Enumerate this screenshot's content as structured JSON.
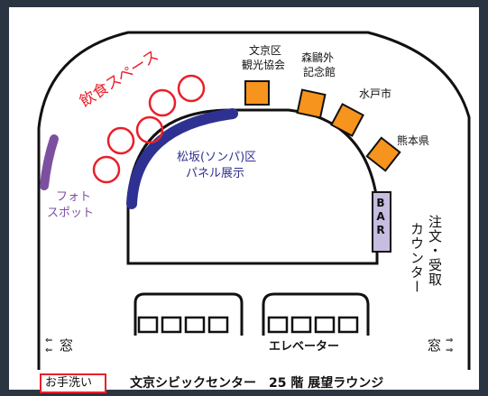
{
  "colors": {
    "frame_dark": "#2b3441",
    "line": "#111111",
    "booth_orange": "#f7941d",
    "panel_navy": "#2e3192",
    "photo_purple": "#7d4fa0",
    "dining_red": "#e8202a",
    "bar_lavender": "#c6bde0",
    "toilet_border": "#e8202a"
  },
  "areas": {
    "dining": "飲食スペース",
    "panel_line1": "松坂(ソンパ)区",
    "panel_line2": "パネル展示",
    "photo_line1": "フォト",
    "photo_line2": "スポット"
  },
  "booths": {
    "bunkyo_line1": "文京区",
    "bunkyo_line2": "観光協会",
    "morioogai_line1": "森鷗外",
    "morioogai_line2": "記念館",
    "mito": "水戸市",
    "kumamoto": "熊本県"
  },
  "bar": {
    "label": "BAR"
  },
  "counter": {
    "line1": "注文・受取",
    "line2": "カウンター"
  },
  "elevator": {
    "label": "エレベーター"
  },
  "windows": {
    "left_arrows": "⇐\n⇐",
    "left_label": "窓",
    "right_label": "窓",
    "right_arrows": "⇒\n⇒"
  },
  "toilet": {
    "label": "お手洗い"
  },
  "footer": {
    "title": "文京シビックセンター　25 階 展望ラウンジ"
  }
}
